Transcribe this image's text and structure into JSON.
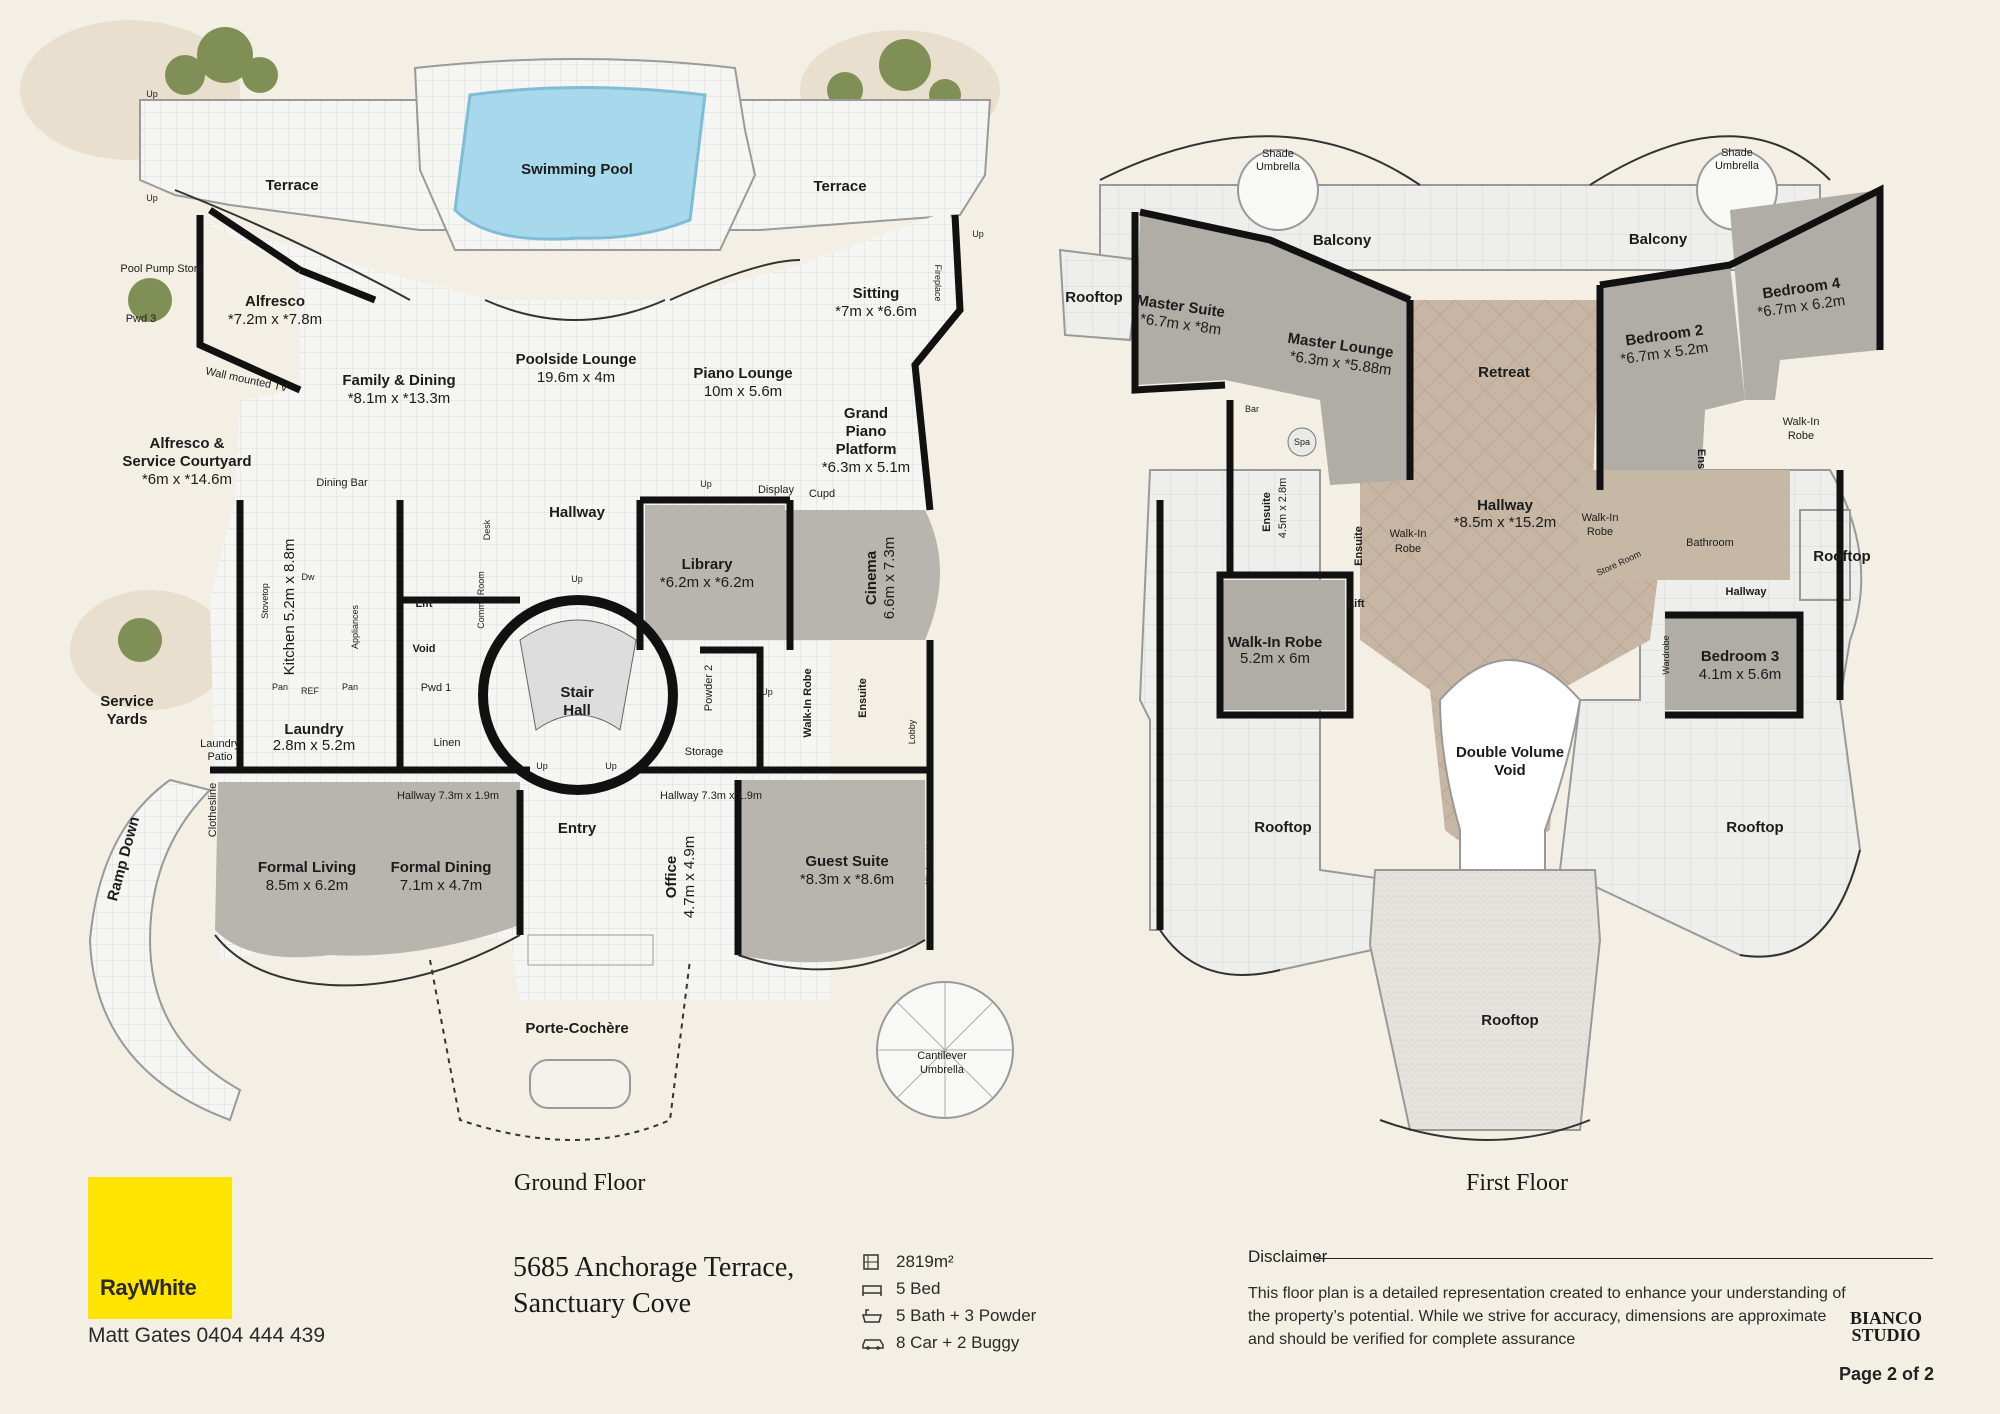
{
  "ground_floor": {
    "title": "Ground Floor",
    "rooms": {
      "terrace_left": "Terrace",
      "swimming_pool": "Swimming Pool",
      "terrace_right": "Terrace",
      "pool_pump_store": "Pool Pump Store",
      "pwd3": "Pwd 3",
      "alfresco": "Alfresco",
      "alfresco_dim": "*7.2m x *7.8m",
      "wall_tv": "Wall mounted TV",
      "family_dining": "Family & Dining",
      "family_dining_dim": "*8.1m x *13.3m",
      "poolside_lounge": "Poolside Lounge",
      "poolside_lounge_dim": "19.6m x 4m",
      "piano_lounge": "Piano Lounge",
      "piano_lounge_dim": "10m x 5.6m",
      "sitting": "Sitting",
      "sitting_dim": "*7m x *6.6m",
      "fireplace": "Fireplace",
      "grand_piano_1": "Grand",
      "grand_piano_2": "Piano",
      "grand_piano_3": "Platform",
      "grand_piano_dim": "*6.3m x 5.1m",
      "alfresco_courtyard_1": "Alfresco &",
      "alfresco_courtyard_2": "Service Courtyard",
      "alfresco_courtyard_dim": "*6m x *14.6m",
      "dining_bar": "Dining Bar",
      "hallway_mid": "Hallway",
      "desk": "Desk",
      "comms_room": "Comms Room",
      "library": "Library",
      "library_dim": "*6.2m x *6.2m",
      "display": "Display",
      "cupd": "Cupd",
      "cinema": "Cinema",
      "cinema_dim": "6.6m x 7.3m",
      "kitchen": "Kitchen 5.2m x 8.8m",
      "stovetop": "Stovetop",
      "appliances": "Appliances",
      "dw": "Dw",
      "ref": "REF",
      "pan": "Pan",
      "lift": "Lift",
      "void": "Void",
      "pwd1": "Pwd 1",
      "linen": "Linen",
      "stair_hall_1": "Stair",
      "stair_hall_2": "Hall",
      "powder2": "Powder 2",
      "storage": "Storage",
      "walk_in_robe": "Walk-In Robe",
      "ensuite": "Ensuite",
      "lobby": "Lobby",
      "service_yards_1": "Service",
      "service_yards_2": "Yards",
      "laundry": "Laundry",
      "laundry_dim": "2.8m x 5.2m",
      "laundry_patio_1": "Laundry",
      "laundry_patio_2": "Patio",
      "hallway_left": "Hallway 7.3m x 1.9m",
      "hallway_right": "Hallway 7.3m x 1.9m",
      "entry": "Entry",
      "clothesline": "Clothesline",
      "ramp_down": "Ramp Down",
      "formal_living": "Formal Living",
      "formal_living_dim": "8.5m x 6.2m",
      "formal_dining": "Formal Dining",
      "formal_dining_dim": "7.1m x 4.7m",
      "office": "Office",
      "office_dim": "4.7m x 4.9m",
      "guest_suite": "Guest Suite",
      "guest_suite_dim": "*8.3m x *8.6m",
      "kitchenette": "Kitchenette",
      "porte_cochere": "Porte-Cochère",
      "cantilever_1": "Cantilever",
      "cantilever_2": "Umbrella",
      "up": "Up"
    }
  },
  "first_floor": {
    "title": "First Floor",
    "rooms": {
      "shade_umbrella_1": "Shade",
      "shade_umbrella_2": "Umbrella",
      "balcony": "Balcony",
      "rooftop": "Rooftop",
      "master_suite": "Master Suite",
      "master_suite_dim": "*6.7m x *8m",
      "master_lounge": "Master Lounge",
      "master_lounge_dim": "*6.3m x *5.88m",
      "retreat": "Retreat",
      "bedroom2": "Bedroom 2",
      "bedroom2_dim": "*6.7m x 5.2m",
      "bedroom4": "Bedroom 4",
      "bedroom4_dim": "*6.7m x 6.2m",
      "bar": "Bar",
      "spa": "Spa",
      "ensuite_master": "Ensuite",
      "ensuite_master_dim": "4.5m x 2.8m",
      "ensuite": "Ensuite",
      "walk_in_robe_1": "Walk-In",
      "walk_in_robe_2": "Robe",
      "hallway": "Hallway",
      "hallway_dim": "*8.5m x *15.2m",
      "ens": "Ens",
      "walk_in": "Walk-In",
      "robe": "Robe",
      "store_room": "Store Room",
      "bathroom": "Bathroom",
      "hallway_small": "Hallway",
      "lift": "Lift",
      "walk_in_robe_big": "Walk-In Robe",
      "walk_in_robe_big_dim": "5.2m x 6m",
      "bedroom3": "Bedroom 3",
      "bedroom3_dim": "4.1m x 5.6m",
      "wardrobe": "Wardrobe",
      "double_volume_1": "Double Volume",
      "double_volume_2": "Void"
    }
  },
  "brand": {
    "name": "RayWhite",
    "color": "#ffe500",
    "agent": "Matt Gates 0404 444 439"
  },
  "property": {
    "address_line1": "5685 Anchorage Terrace,",
    "address_line2": "Sanctuary Cove",
    "area": "2819m²",
    "bed": "5 Bed",
    "bath": "5 Bath + 3 Powder",
    "car": "8 Car + 2 Buggy"
  },
  "disclaimer": {
    "title": "Disclaimer",
    "text": "This floor plan is a detailed representation created to enhance your understanding of the property’s potential. While we strive for accuracy, dimensions are approximate and should be verified for complete assurance"
  },
  "studio": {
    "line1": "BIANCO",
    "line2": "STUDIO"
  },
  "page": "Page 2 of 2",
  "colors": {
    "background": "#f3efe4",
    "floor_tile": "#f4f4f2",
    "room_grey": "#b8b4ae",
    "retreat": "#c9b9a8",
    "pool": "#a8d8ec",
    "wall": "#111111"
  }
}
